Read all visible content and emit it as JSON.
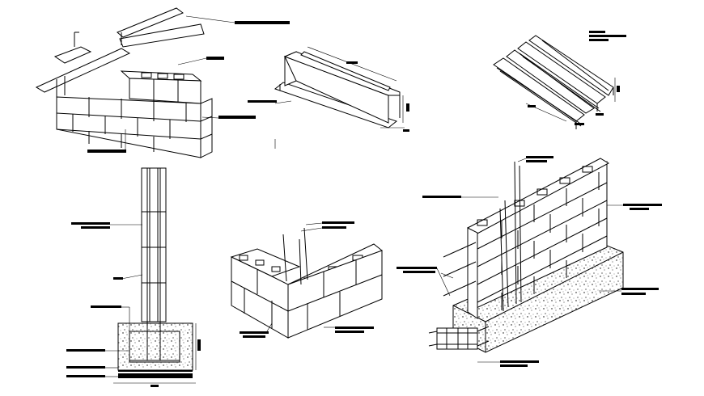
{
  "drawing": {
    "background": "#ffffff",
    "line_color": "#000000",
    "label_style": "illegible-black-bars"
  },
  "panels": [
    {
      "name": "block-wall-with-bond-beam"
    },
    {
      "name": "bond-beam-channel"
    },
    {
      "name": "steel-channel-set"
    },
    {
      "name": "vertical-rebar-footing-section"
    },
    {
      "name": "corner-block-assembly"
    },
    {
      "name": "reinforced-wall-on-footing"
    }
  ]
}
